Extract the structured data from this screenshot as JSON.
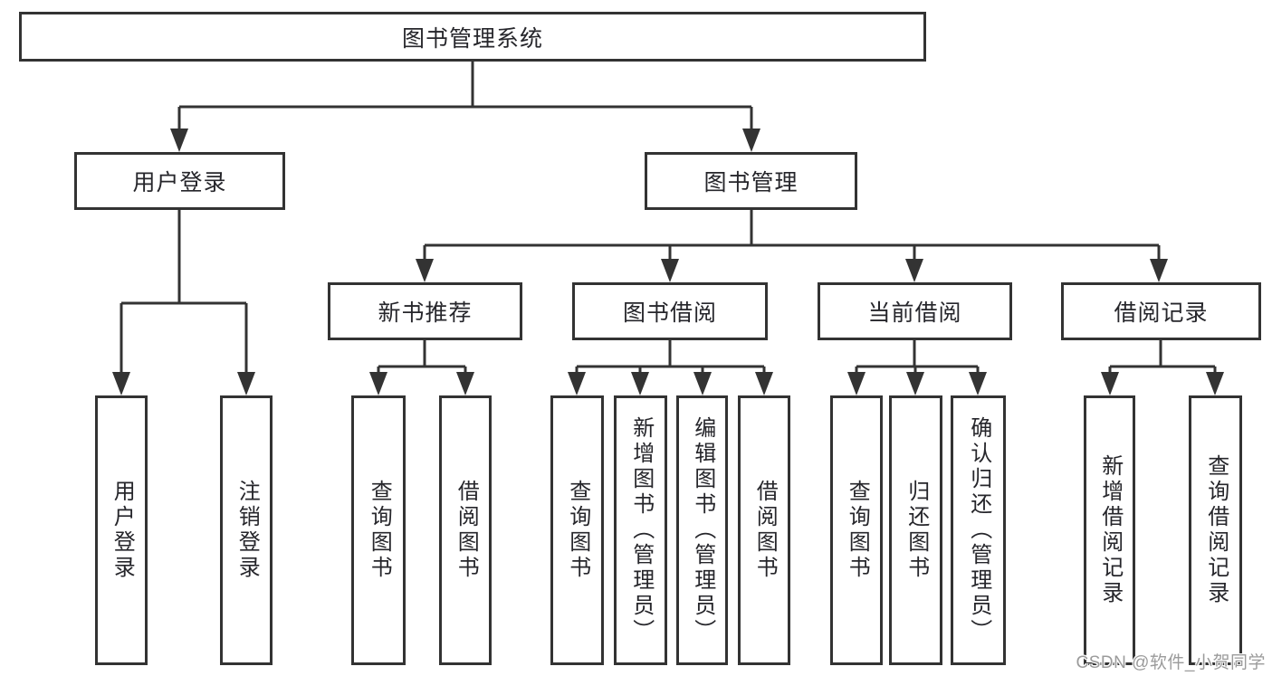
{
  "colors": {
    "line": "#333333",
    "box_border": "#333333",
    "text": "#26262b",
    "watermark": "#9b9b9b",
    "background": "#ffffff"
  },
  "tree": {
    "root": {
      "label": "图书管理系统"
    },
    "branches": [
      {
        "label": "用户登录",
        "children": [
          {
            "label": "用户登录"
          },
          {
            "label": "注销登录"
          }
        ]
      },
      {
        "label": "图书管理",
        "children": [
          {
            "label": "新书推荐",
            "children": [
              {
                "label": "查询图书"
              },
              {
                "label": "借阅图书"
              }
            ]
          },
          {
            "label": "图书借阅",
            "children": [
              {
                "label": "查询图书"
              },
              {
                "label": "新增图书（管理员）"
              },
              {
                "label": "编辑图书（管理员）"
              },
              {
                "label": "借阅图书"
              }
            ]
          },
          {
            "label": "当前借阅",
            "children": [
              {
                "label": "查询图书"
              },
              {
                "label": "归还图书"
              },
              {
                "label": "确认归还（管理员）"
              }
            ]
          },
          {
            "label": "借阅记录",
            "children": [
              {
                "label": "新增借阅记录"
              },
              {
                "label": "查询借阅记录"
              }
            ]
          }
        ]
      }
    ]
  },
  "watermark": {
    "text": "CSDN @软件_小贺同学"
  }
}
